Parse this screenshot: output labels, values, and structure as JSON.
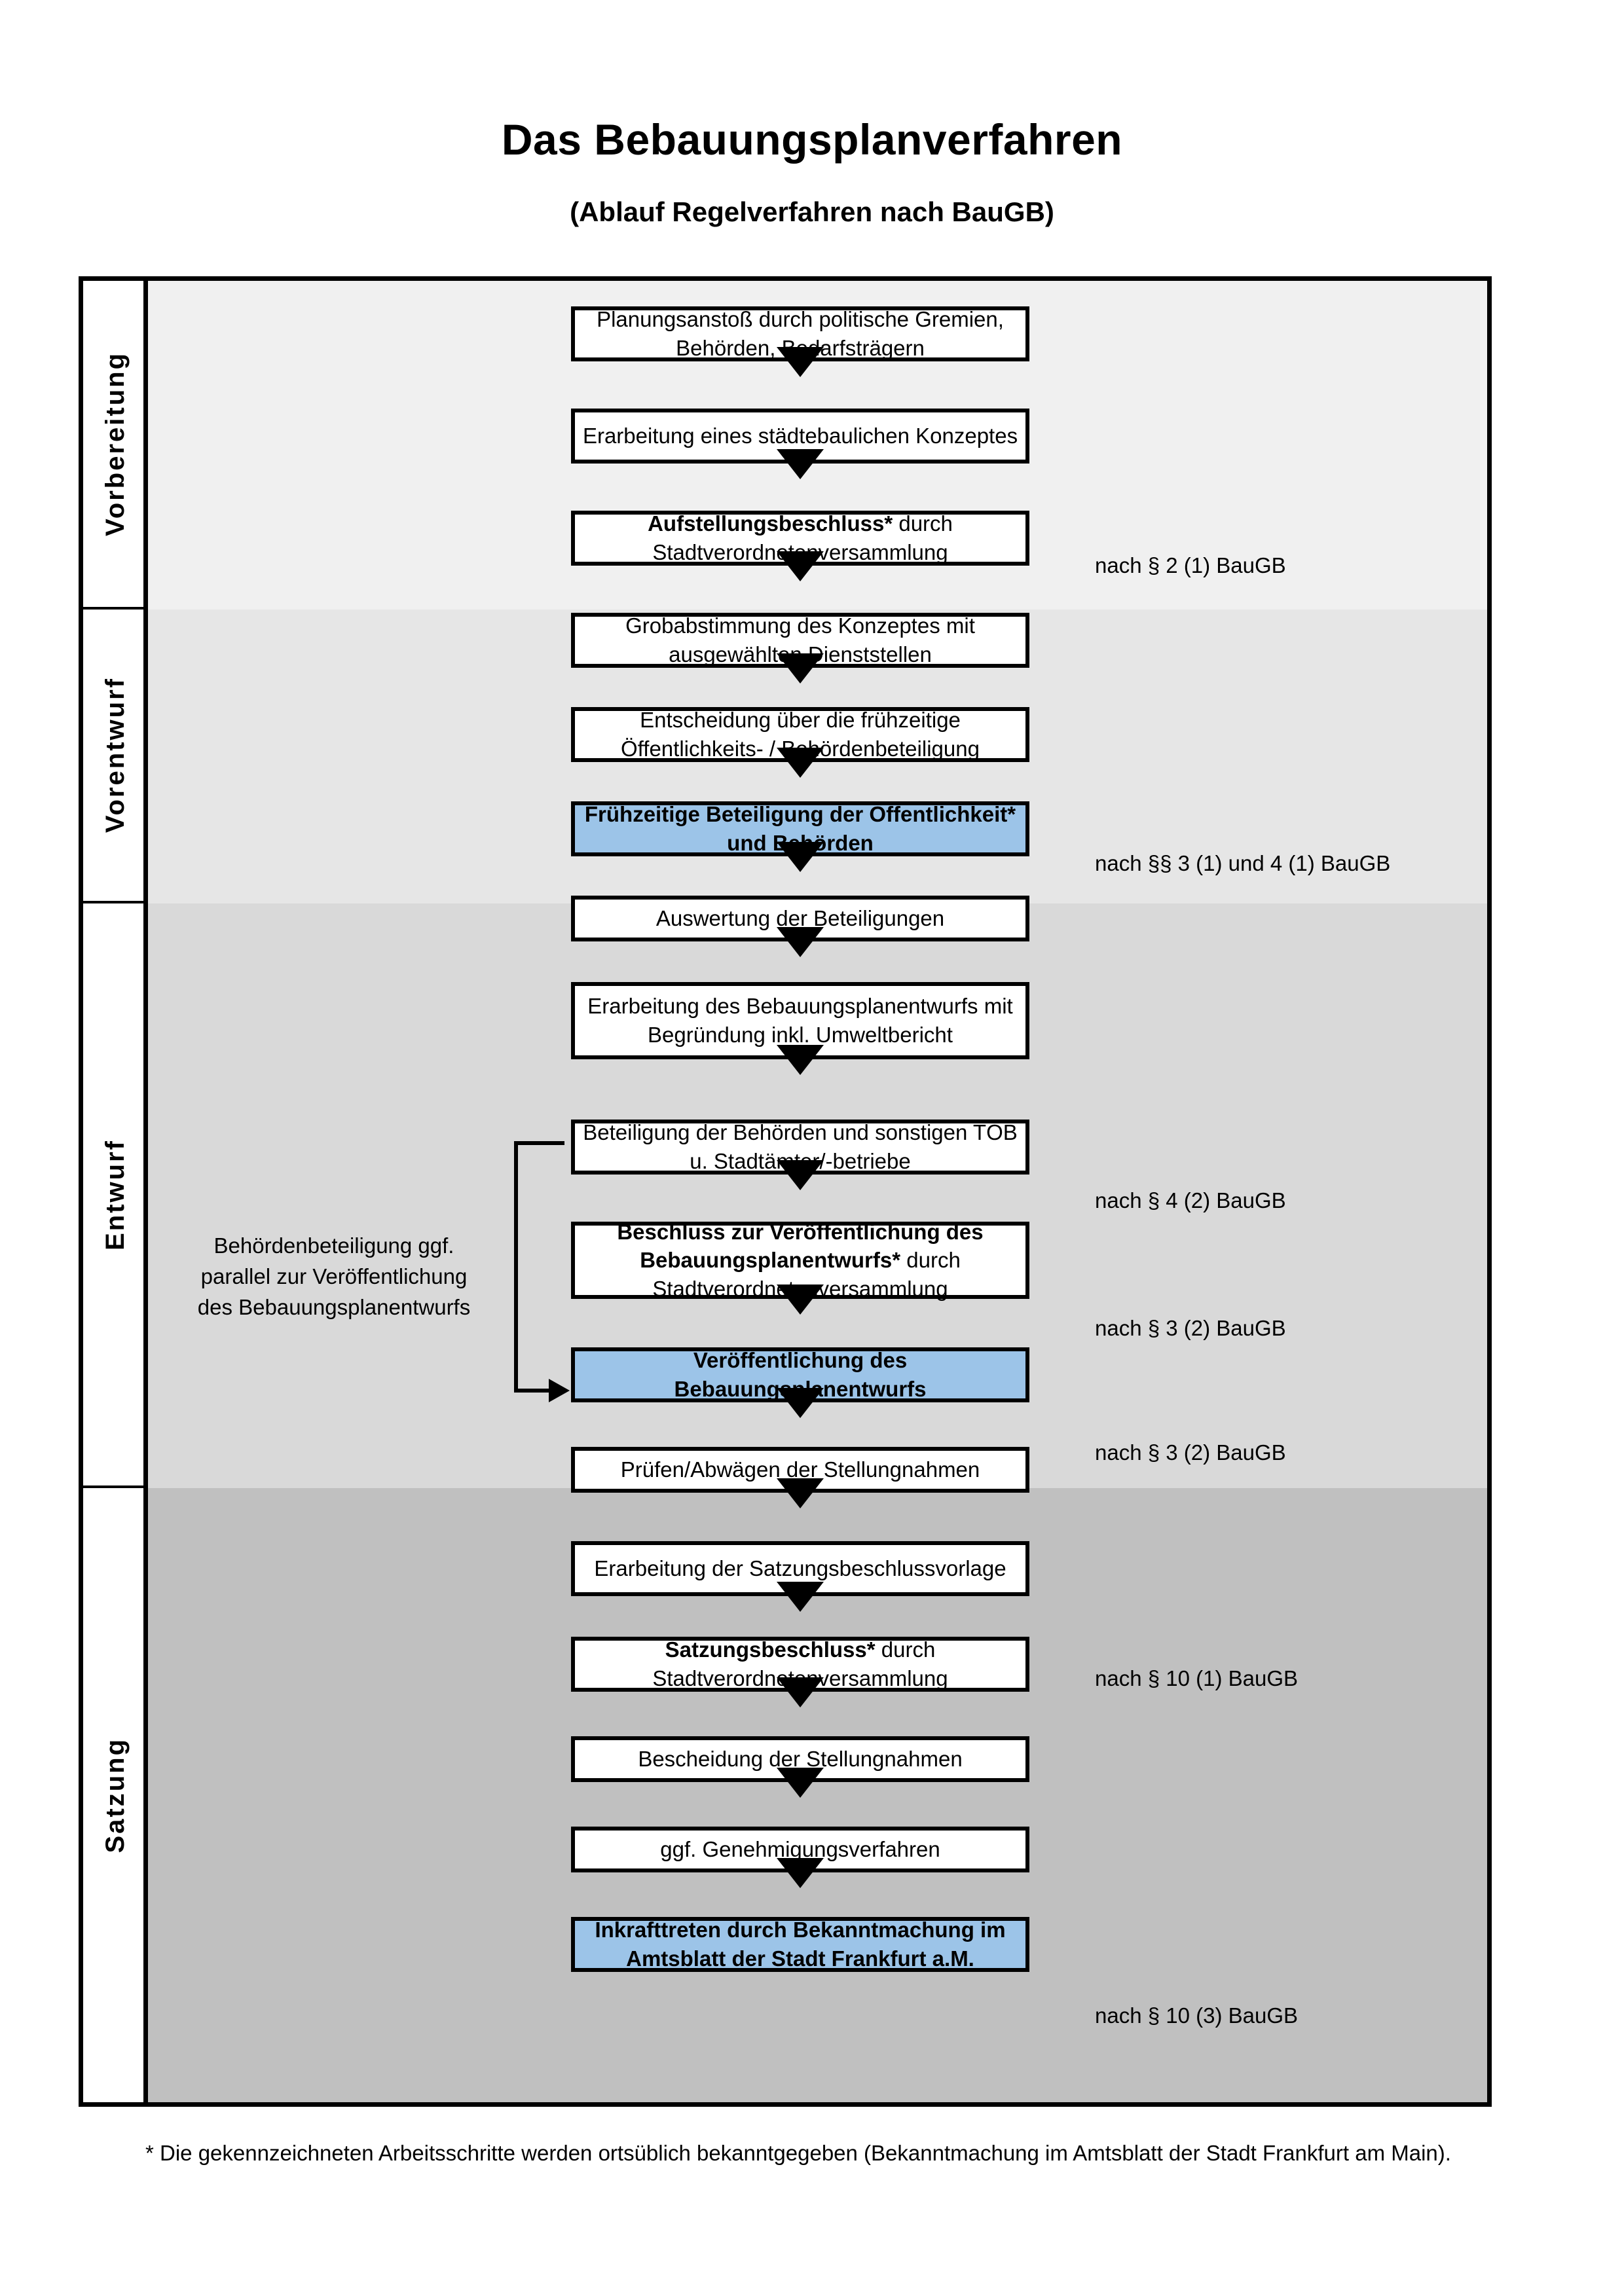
{
  "header": {
    "title": "Das Bebauungsplanverfahren",
    "subtitle": "(Ablauf Regelverfahren nach BauGB)"
  },
  "phases": [
    {
      "key": "vorbereitung",
      "label": "Vorbereitung",
      "band_color": "#f0f0f0"
    },
    {
      "key": "vorentwurf",
      "label": "Vorentwurf",
      "band_color": "#e6e6e6"
    },
    {
      "key": "entwurf",
      "label": "Entwurf",
      "band_color": "#d9d9d9"
    },
    {
      "key": "satzung",
      "label": "Satzung",
      "band_color": "#c0c0c0"
    }
  ],
  "steps": [
    {
      "id": "s1",
      "phase": "vorbereitung",
      "bold": "",
      "rest": "Planungsanstoß durch politische Gremien, Behörden, Bedarfsträgern",
      "highlight": false
    },
    {
      "id": "s2",
      "phase": "vorbereitung",
      "bold": "",
      "rest": "Erarbeitung eines städtebaulichen Konzeptes",
      "highlight": false
    },
    {
      "id": "s3",
      "phase": "vorbereitung",
      "bold": "Aufstellungsbeschluss*",
      "rest": " durch Stadtverordnetenversammlung",
      "highlight": false
    },
    {
      "id": "s4",
      "phase": "vorentwurf",
      "bold": "",
      "rest": "Grobabstimmung des Konzeptes mit ausgewählten Dienststellen",
      "highlight": false
    },
    {
      "id": "s5",
      "phase": "vorentwurf",
      "bold": "",
      "rest": "Entscheidung über die frühzeitige Öffentlichkeits- / Behördenbeteiligung",
      "highlight": false
    },
    {
      "id": "s6",
      "phase": "vorentwurf",
      "bold": "Frühzeitige Beteiligung der Öffentlichkeit* und Behörden",
      "rest": "",
      "highlight": true
    },
    {
      "id": "s7",
      "phase": "entwurf",
      "bold": "",
      "rest": "Auswertung der Beteiligungen",
      "highlight": false
    },
    {
      "id": "s8",
      "phase": "entwurf",
      "bold": "",
      "rest": "Erarbeitung des Bebauungsplanentwurfs mit Begründung inkl. Umweltbericht",
      "highlight": false
    },
    {
      "id": "s9",
      "phase": "entwurf",
      "bold": "",
      "rest": "Beteiligung der Behörden und sonstigen TÖB u. Stadtämter/-betriebe",
      "highlight": false
    },
    {
      "id": "s10",
      "phase": "entwurf",
      "bold": "Beschluss zur Veröffentlichung des Bebauungsplanentwurfs*",
      "rest": " durch Stadtverordnetenversammlung",
      "highlight": false
    },
    {
      "id": "s11",
      "phase": "entwurf",
      "bold": "Veröffentlichung des Bebauungsplanentwurfs",
      "rest": "",
      "highlight": true
    },
    {
      "id": "s12",
      "phase": "satzung",
      "bold": "",
      "rest": "Prüfen/Abwägen der Stellungnahmen",
      "highlight": false
    },
    {
      "id": "s13",
      "phase": "satzung",
      "bold": "",
      "rest": "Erarbeitung der Satzungsbeschlussvorlage",
      "highlight": false
    },
    {
      "id": "s14",
      "phase": "satzung",
      "bold": "Satzungsbeschluss*",
      "rest": " durch Stadtverordnetenversammlung",
      "highlight": false
    },
    {
      "id": "s15",
      "phase": "satzung",
      "bold": "",
      "rest": "Bescheidung der Stellungnahmen",
      "highlight": false
    },
    {
      "id": "s16",
      "phase": "satzung",
      "bold": "",
      "rest": "ggf. Genehmigungsverfahren",
      "highlight": false
    },
    {
      "id": "s17",
      "phase": "satzung",
      "bold": "Inkrafttreten",
      "rest": " durch Bekanntmachung im Amtsblatt der Stadt Frankfurt a.M.",
      "highlight": true
    }
  ],
  "legal_refs": [
    {
      "id": "r1",
      "text": "nach § 2 (1) BauGB"
    },
    {
      "id": "r2",
      "text": "nach §§ 3 (1) und 4 (1) BauGB"
    },
    {
      "id": "r3",
      "text": "nach § 4 (2) BauGB"
    },
    {
      "id": "r4",
      "text": "nach § 3 (2) BauGB"
    },
    {
      "id": "r5",
      "text": "nach § 3 (2) BauGB"
    },
    {
      "id": "r6",
      "text": "nach § 10 (1) BauGB"
    },
    {
      "id": "r7",
      "text": "nach § 10 (3) BauGB"
    }
  ],
  "side_note": "Behördenbeteiligung ggf. parallel zur Veröffentlichung des Bebauungsplanentwurfs",
  "footnote": "* Die gekennzeichneten Arbeitsschritte werden ortsüblich bekanntgegeben (Bekanntmachung im Amtsblatt  der Stadt Frankfurt am Main).",
  "colors": {
    "highlight_blue": "#9cc4e8",
    "outline": "#000000",
    "box_fill": "#ffffff"
  }
}
